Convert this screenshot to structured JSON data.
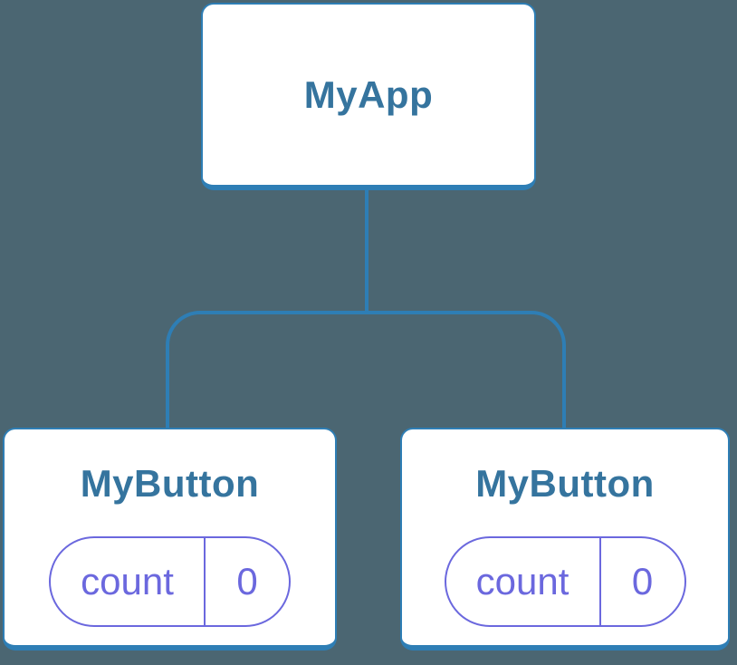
{
  "tree": {
    "root": {
      "label": "MyApp"
    },
    "children": [
      {
        "label": "MyButton",
        "state_key": "count",
        "state_value": "0"
      },
      {
        "label": "MyButton",
        "state_key": "count",
        "state_value": "0"
      }
    ]
  },
  "colors": {
    "background": "#4b6672",
    "node_fill": "#ffffff",
    "node_border": "#2e7eb5",
    "node_label": "#35749e",
    "state_accent": "#6b68de"
  }
}
